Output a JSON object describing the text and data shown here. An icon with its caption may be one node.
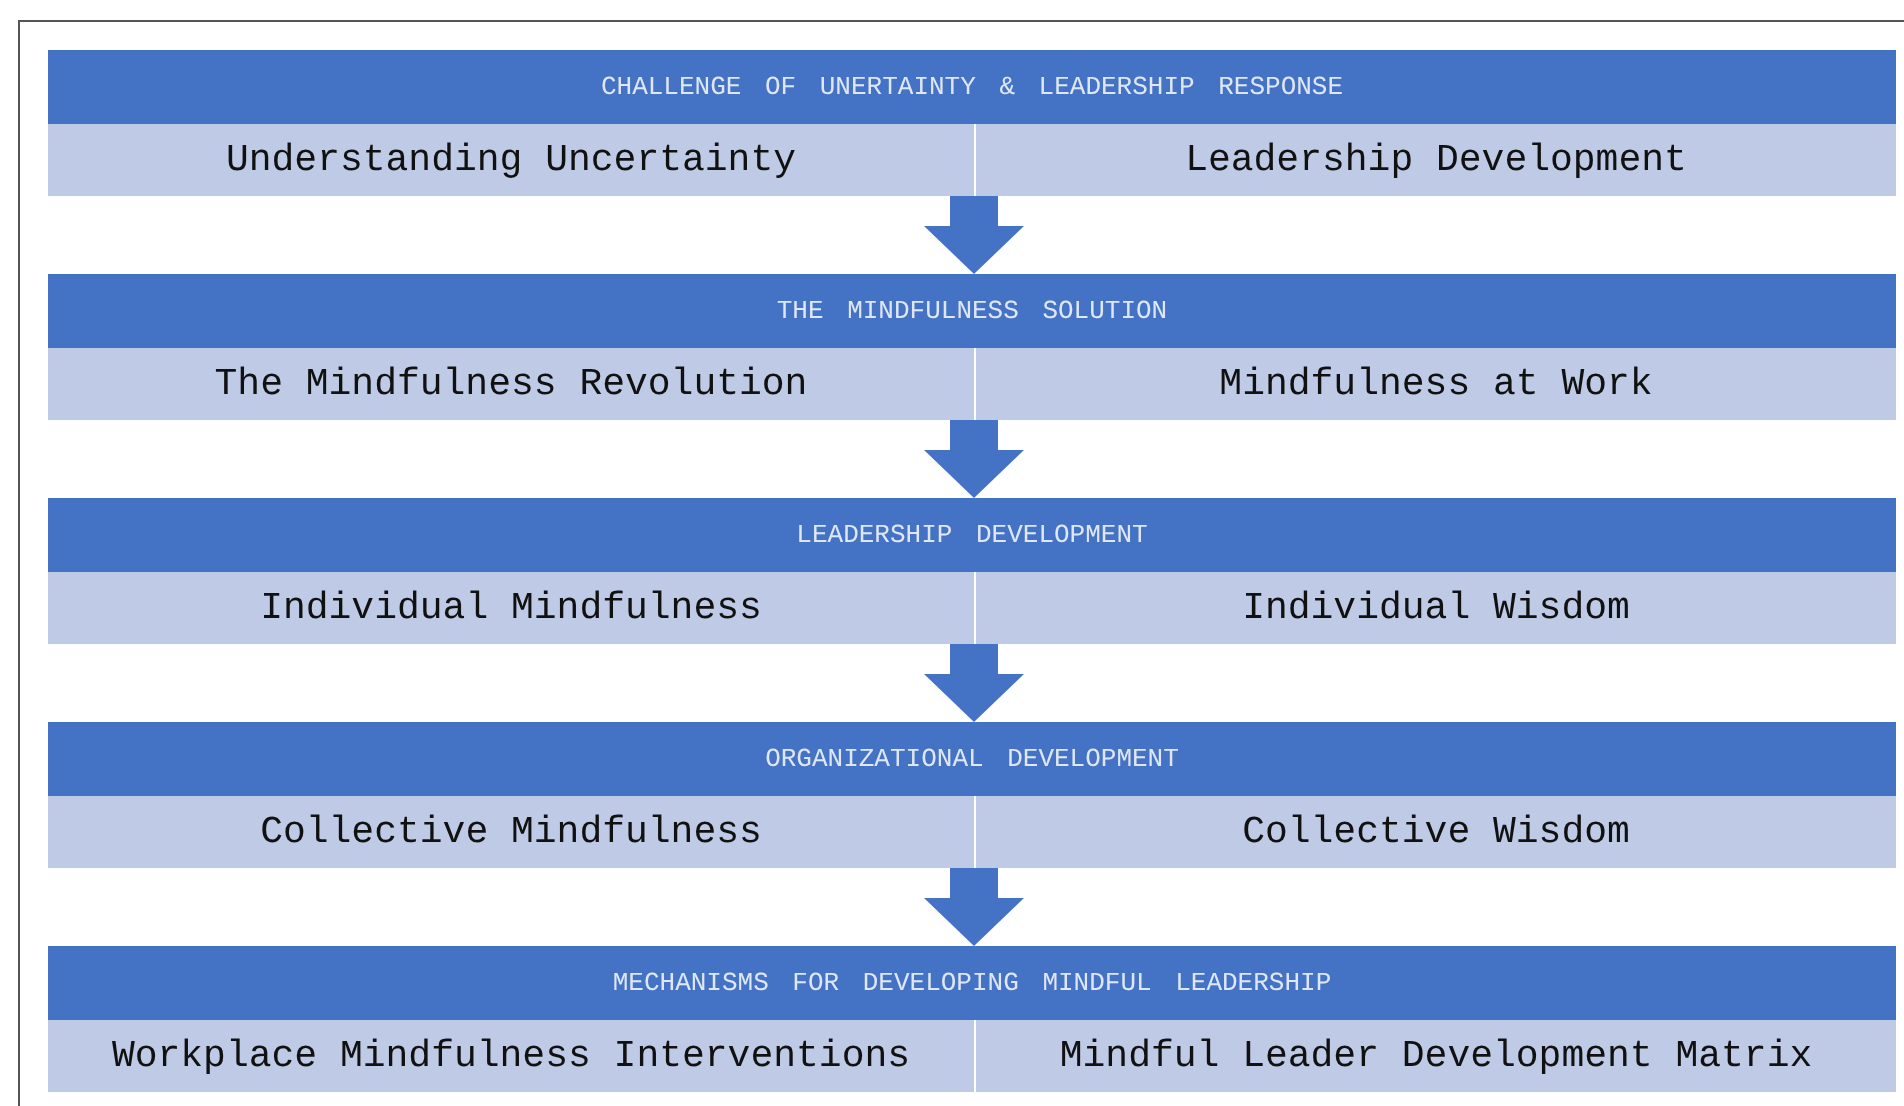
{
  "diagram": {
    "nodes": [
      {
        "text": [
          "CHALLENGE OF UNERTAINTY & LEADERSHIP RESPONSE"
        ]
      },
      {
        "text": [
          "Understanding Uncertainty"
        ]
      },
      {
        "text": [
          "Leadership Development"
        ]
      },
      {
        "text": [
          "THE MINDFULNESS SOLUTION"
        ]
      },
      {
        "text": [
          "The Mindfulness Revolution"
        ]
      },
      {
        "text": [
          "Mindfulness at Work"
        ]
      },
      {
        "text": [
          "LEADERSHIP DEVELOPMENT"
        ]
      },
      {
        "text": [
          "Individual Mindfulness"
        ]
      },
      {
        "text": [
          "Individual Wisdom"
        ]
      },
      {
        "text": [
          "ORGANIZATIONAL DEVELOPMENT"
        ]
      },
      {
        "text": [
          "Collective Mindfulness"
        ]
      },
      {
        "text": [
          "Collective Wisdom"
        ]
      },
      {
        "text": [
          "MECHANISMS FOR DEVELOPING MINDFUL LEADERSHIP"
        ]
      },
      {
        "text": [
          "Workplace Mindfulness Interventions"
        ]
      },
      {
        "text": [
          "Mindful Leader Development Matrix"
        ]
      }
    ],
    "edges": [
      {
        "from": 1,
        "to": 3,
        "arrow": "to"
      },
      {
        "from": 4,
        "to": 6,
        "arrow": "to"
      },
      {
        "from": 7,
        "to": 9,
        "arrow": "to"
      },
      {
        "from": 10,
        "to": 12,
        "arrow": "to"
      }
    ]
  }
}
